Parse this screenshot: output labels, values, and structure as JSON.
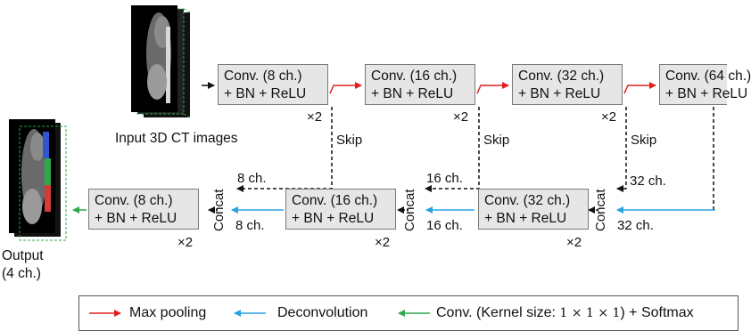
{
  "blocks": {
    "enc1": {
      "line1": "Conv. (8 ch.)",
      "line2": "+ BN + ReLU",
      "repeat": "×2"
    },
    "enc2": {
      "line1": "Conv. (16 ch.)",
      "line2": "+ BN + ReLU",
      "repeat": "×2"
    },
    "enc3": {
      "line1": "Conv. (32 ch.)",
      "line2": "+ BN + ReLU",
      "repeat": "×2"
    },
    "enc4": {
      "line1": "Conv. (64 ch.)",
      "line2": "+ BN + ReLU"
    },
    "dec3": {
      "line1": "Conv. (32 ch.)",
      "line2": "+ BN + ReLU",
      "repeat": "×2"
    },
    "dec2": {
      "line1": "Conv. (16 ch.)",
      "line2": "+ BN + ReLU",
      "repeat": "×2"
    },
    "dec1": {
      "line1": "Conv. (8 ch.)",
      "line2": "+ BN + ReLU",
      "repeat": "×2"
    }
  },
  "labels": {
    "input": "Input 3D CT images",
    "output_line1": "Output",
    "output_line2": "(4 ch.)",
    "skip": "Skip",
    "concat": "Concat",
    "ch8": "8 ch.",
    "ch16": "16 ch.",
    "ch32": "32 ch."
  },
  "legend": {
    "max_pooling": "Max pooling",
    "deconvolution": "Deconvolution",
    "conv_prefix": "Conv. (Kernel size: ",
    "conv_kernel": "1 × 1 × 1",
    "conv_suffix": ") + Softmax"
  },
  "colors": {
    "max_pooling": "#e02020",
    "deconvolution": "#29a3e0",
    "conv_softmax": "#2ea84a",
    "box_fill": "#e6e6e6",
    "skip_line": "#111111"
  }
}
